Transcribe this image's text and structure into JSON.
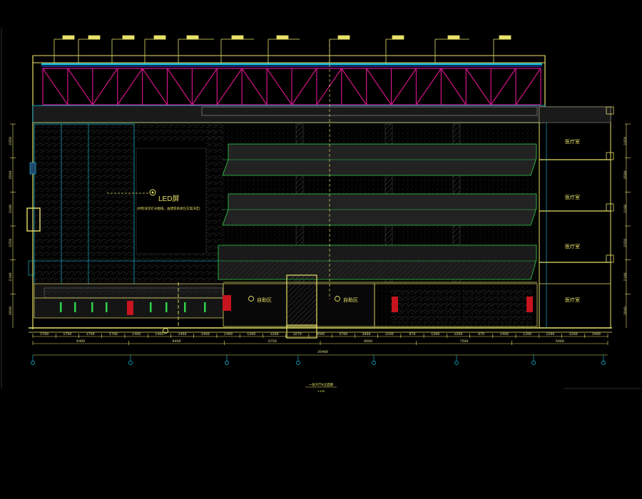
{
  "drawing": {
    "led_title": "LED屏",
    "led_note": "(材料详见灯光图纸，由建筑商承包方案决定)",
    "zone_labels": [
      "医疗室",
      "医疗室",
      "医疗室",
      "医疗室",
      "自助区",
      "自助区"
    ],
    "caption_title": "一层大厅B立面图",
    "caption_scale": "1:100"
  },
  "dimensions": {
    "top_total": "26400",
    "bottom_chain": [
      "2700",
      "1700",
      "1700",
      "1700",
      "1460",
      "1460",
      "1460",
      "1460",
      "1400",
      "1200",
      "1200",
      "3270",
      "3600",
      "3700",
      "3860",
      "1200",
      "870",
      "1200",
      "1200",
      "870",
      "1400",
      "1200",
      "1200",
      "1200",
      "3400"
    ],
    "bays": [
      "8400",
      "8400",
      "8750",
      "8600",
      "7500",
      "5400"
    ],
    "left_side": [
      "2350",
      "3500",
      "2100",
      "2250",
      "2100",
      "2840"
    ],
    "right_side": [
      "2350",
      "3500",
      "2100",
      "2250",
      "2100",
      "2840"
    ]
  },
  "colors": {
    "background": "#000000",
    "truss": "#d4148a",
    "outline": "#e8e26a",
    "beam_green": "#2fd24a",
    "cyan": "#19c6e6",
    "blue": "#3b4ef0",
    "red": "#c8141e",
    "white": "#ffffff"
  }
}
